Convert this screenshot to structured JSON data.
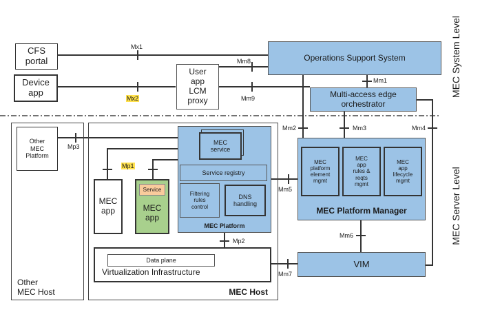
{
  "levels": {
    "system": "MEC System Level",
    "server": "MEC Server Level"
  },
  "boxes": {
    "cfs": "CFS\nportal",
    "device_app": "Device\napp",
    "lcm_proxy": "User\napp\nLCM\nproxy",
    "oss": "Operations Support System",
    "meo": "Multi-access edge\norchestrator",
    "other_platform": "Other\nMEC\nPlatform",
    "other_host": "Other\nMEC Host",
    "mec_host": "MEC Host",
    "mec_service": "MEC\nservice",
    "service_registry": "Service registry",
    "filtering": "Filtering\nrules\ncontrol",
    "dns": "DNS\nhandling",
    "mec_platform": "MEC Platform",
    "mec_app1": "MEC\napp",
    "service": "Service",
    "mec_app2": "MEC\napp",
    "data_plane": "Data plane",
    "virt_infra": "Virtualization Infrastructure",
    "pem": "MEC\nplatform\nelement\nmgmt",
    "arr": "MEC\napp\nrules &\nreqts\nmgmt",
    "alm": "MEC\napp\nlifecycle\nmgmt",
    "mpm": "MEC Platform Manager",
    "vim": "VIM"
  },
  "refs": {
    "mx1": "Mx1",
    "mx2": "Mx2",
    "mm8": "Mm8",
    "mm9": "Mm9",
    "mm1": "Mm1",
    "mm2": "Mm2",
    "mm3": "Mm3",
    "mm4": "Mm4",
    "mp3": "Mp3",
    "mp1": "Mp1",
    "mm5": "Mm5",
    "mp2": "Mp2",
    "mm6": "Mm6",
    "mm7": "Mm7"
  },
  "colors": {
    "platform_blue": "#9cc3e6",
    "app_green": "#a8d08d",
    "service_orange": "#f9cb9c",
    "highlight": "#ffe14d"
  }
}
